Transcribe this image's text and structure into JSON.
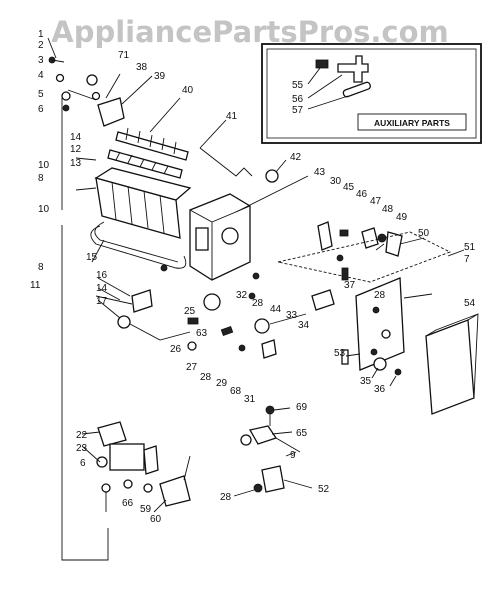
{
  "watermark": "AppliancePartsPros.com",
  "auxiliary_label": "AUXILIARY PARTS",
  "labels": [
    {
      "id": "n1",
      "text": "1"
    },
    {
      "id": "n2",
      "text": "2"
    },
    {
      "id": "n3",
      "text": "3"
    },
    {
      "id": "n4",
      "text": "4"
    },
    {
      "id": "n5",
      "text": "5"
    },
    {
      "id": "n6",
      "text": "6"
    },
    {
      "id": "n71",
      "text": "71"
    },
    {
      "id": "n38",
      "text": "38"
    },
    {
      "id": "n39",
      "text": "39"
    },
    {
      "id": "n40",
      "text": "40"
    },
    {
      "id": "n41",
      "text": "41"
    },
    {
      "id": "n14a",
      "text": "14"
    },
    {
      "id": "n12",
      "text": "12"
    },
    {
      "id": "n13",
      "text": "13"
    },
    {
      "id": "n10a",
      "text": "10"
    },
    {
      "id": "n8a",
      "text": "8"
    },
    {
      "id": "n42",
      "text": "42"
    },
    {
      "id": "n43",
      "text": "43"
    },
    {
      "id": "n30",
      "text": "30"
    },
    {
      "id": "n45",
      "text": "45"
    },
    {
      "id": "n46",
      "text": "46"
    },
    {
      "id": "n47",
      "text": "47"
    },
    {
      "id": "n48",
      "text": "48"
    },
    {
      "id": "n49",
      "text": "49"
    },
    {
      "id": "n50",
      "text": "50"
    },
    {
      "id": "n10b",
      "text": "10"
    },
    {
      "id": "n8b",
      "text": "8"
    },
    {
      "id": "n15",
      "text": "15"
    },
    {
      "id": "n11",
      "text": "11"
    },
    {
      "id": "n16",
      "text": "16"
    },
    {
      "id": "n14b",
      "text": "14"
    },
    {
      "id": "n17",
      "text": "17"
    },
    {
      "id": "n25",
      "text": "25"
    },
    {
      "id": "n32",
      "text": "32"
    },
    {
      "id": "n28a",
      "text": "28"
    },
    {
      "id": "n44",
      "text": "44"
    },
    {
      "id": "n33",
      "text": "33"
    },
    {
      "id": "n34",
      "text": "34"
    },
    {
      "id": "n37",
      "text": "37"
    },
    {
      "id": "n28b",
      "text": "28"
    },
    {
      "id": "n51",
      "text": "51"
    },
    {
      "id": "n7",
      "text": "7"
    },
    {
      "id": "n54",
      "text": "54"
    },
    {
      "id": "n63",
      "text": "63"
    },
    {
      "id": "n26",
      "text": "26"
    },
    {
      "id": "n27",
      "text": "27"
    },
    {
      "id": "n28c",
      "text": "28"
    },
    {
      "id": "n29",
      "text": "29"
    },
    {
      "id": "n68",
      "text": "68"
    },
    {
      "id": "n31",
      "text": "31"
    },
    {
      "id": "n53",
      "text": "53"
    },
    {
      "id": "n35",
      "text": "35"
    },
    {
      "id": "n36",
      "text": "36"
    },
    {
      "id": "n69",
      "text": "69"
    },
    {
      "id": "n65",
      "text": "65"
    },
    {
      "id": "n9",
      "text": "9"
    },
    {
      "id": "n22",
      "text": "22"
    },
    {
      "id": "n23",
      "text": "23"
    },
    {
      "id": "n6b",
      "text": "6"
    },
    {
      "id": "n66",
      "text": "66"
    },
    {
      "id": "n59",
      "text": "59"
    },
    {
      "id": "n60",
      "text": "60"
    },
    {
      "id": "n28d",
      "text": "28"
    },
    {
      "id": "n52",
      "text": "52"
    },
    {
      "id": "n55",
      "text": "55"
    },
    {
      "id": "n56",
      "text": "56"
    },
    {
      "id": "n57",
      "text": "57"
    }
  ]
}
